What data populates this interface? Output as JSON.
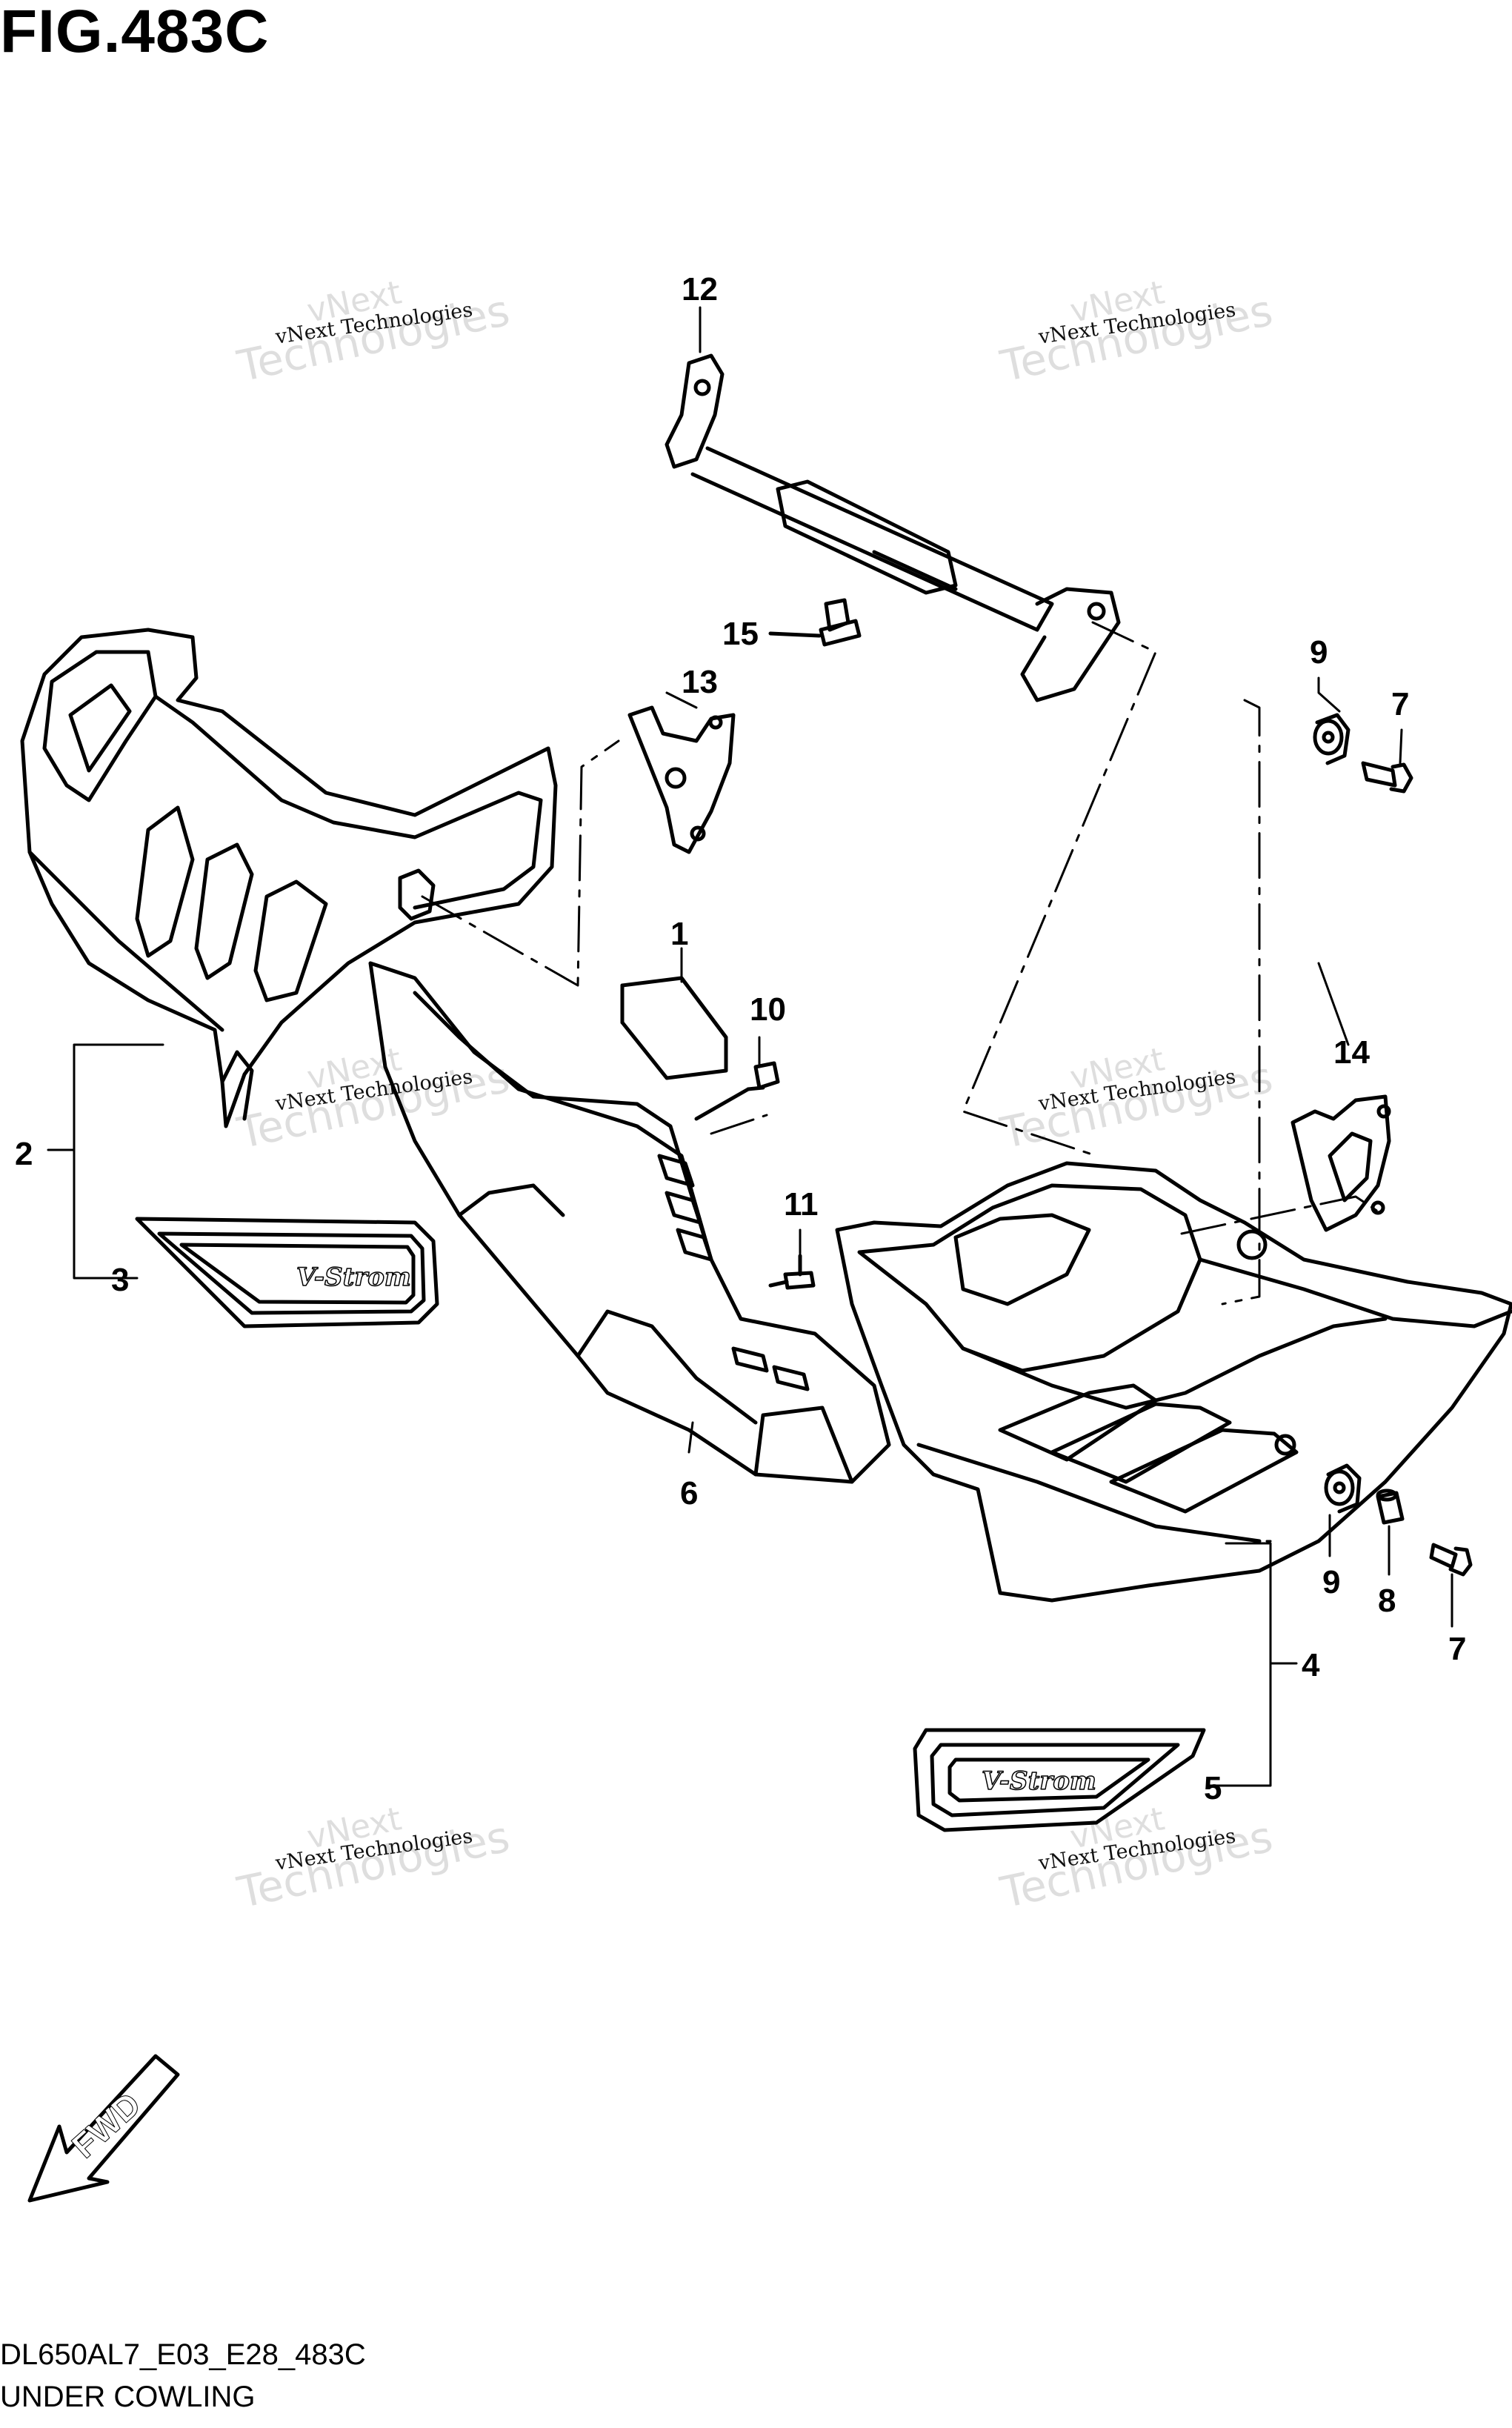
{
  "figure": {
    "title": "FIG.483C",
    "model_code": "DL650AL7_E03_E28_483C",
    "name": "UNDER COWLING",
    "direction_label": "FWD",
    "emblem_text": "V-Strom"
  },
  "watermark": {
    "line": "vNext Technologies",
    "big": "Technologies",
    "brand": "vNext"
  },
  "callouts": [
    {
      "number": "1"
    },
    {
      "number": "2"
    },
    {
      "number": "3"
    },
    {
      "number": "4"
    },
    {
      "number": "5"
    },
    {
      "number": "6"
    },
    {
      "number": "7"
    },
    {
      "number": "7"
    },
    {
      "number": "8"
    },
    {
      "number": "9"
    },
    {
      "number": "9"
    },
    {
      "number": "10"
    },
    {
      "number": "11"
    },
    {
      "number": "12"
    },
    {
      "number": "13"
    },
    {
      "number": "14"
    },
    {
      "number": "15"
    }
  ]
}
